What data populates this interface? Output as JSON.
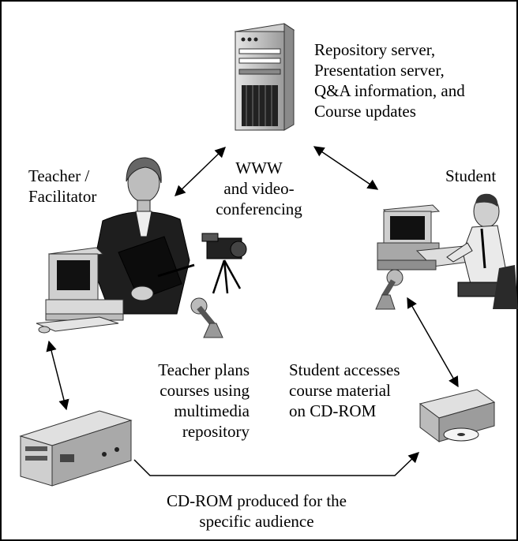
{
  "labels": {
    "server": [
      "Repository server,",
      "Presentation server,",
      "Q&A information, and",
      "Course updates"
    ],
    "teacher": [
      "Teacher /",
      "Facilitator"
    ],
    "student": "Student",
    "www": [
      "WWW",
      "and video-",
      "conferencing"
    ],
    "teacher_plans": [
      "Teacher plans",
      "courses using",
      "multimedia",
      "repository"
    ],
    "student_accesses": [
      "Student accesses",
      "course material",
      "on CD-ROM"
    ],
    "cdrom_produced": [
      "CD-ROM produced for the",
      "specific audience"
    ]
  },
  "icons": [
    "server-icon",
    "teacher-icon",
    "teacher-computer-icon",
    "video-camera-icon",
    "desk-lamp-icon",
    "student-icon",
    "student-computer-icon",
    "cd-writer-icon",
    "cd-drive-icon"
  ]
}
